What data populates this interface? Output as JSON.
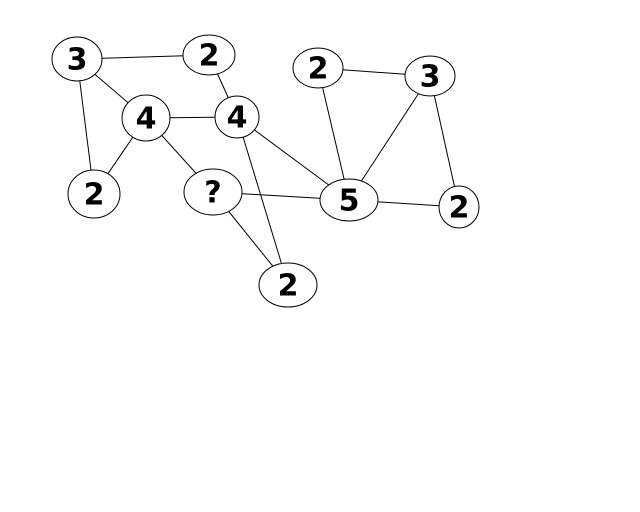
{
  "nodes": [
    {
      "id": "n1",
      "label": "3"
    },
    {
      "id": "n2",
      "label": "2"
    },
    {
      "id": "n3",
      "label": "4"
    },
    {
      "id": "n4",
      "label": "4"
    },
    {
      "id": "n5",
      "label": "2"
    },
    {
      "id": "n6",
      "label": "?"
    },
    {
      "id": "n7",
      "label": "2"
    },
    {
      "id": "n8",
      "label": "2"
    },
    {
      "id": "n9",
      "label": "3"
    },
    {
      "id": "n10",
      "label": "5"
    },
    {
      "id": "n11",
      "label": "2"
    }
  ],
  "edges": [
    [
      "n1",
      "n2"
    ],
    [
      "n1",
      "n3"
    ],
    [
      "n1",
      "n5"
    ],
    [
      "n2",
      "n4"
    ],
    [
      "n3",
      "n4"
    ],
    [
      "n3",
      "n5"
    ],
    [
      "n3",
      "n6"
    ],
    [
      "n4",
      "n10"
    ],
    [
      "n4",
      "n7"
    ],
    [
      "n6",
      "n10"
    ],
    [
      "n6",
      "n7"
    ],
    [
      "n8",
      "n9"
    ],
    [
      "n8",
      "n10"
    ],
    [
      "n9",
      "n10"
    ],
    [
      "n9",
      "n11"
    ],
    [
      "n10",
      "n11"
    ]
  ]
}
